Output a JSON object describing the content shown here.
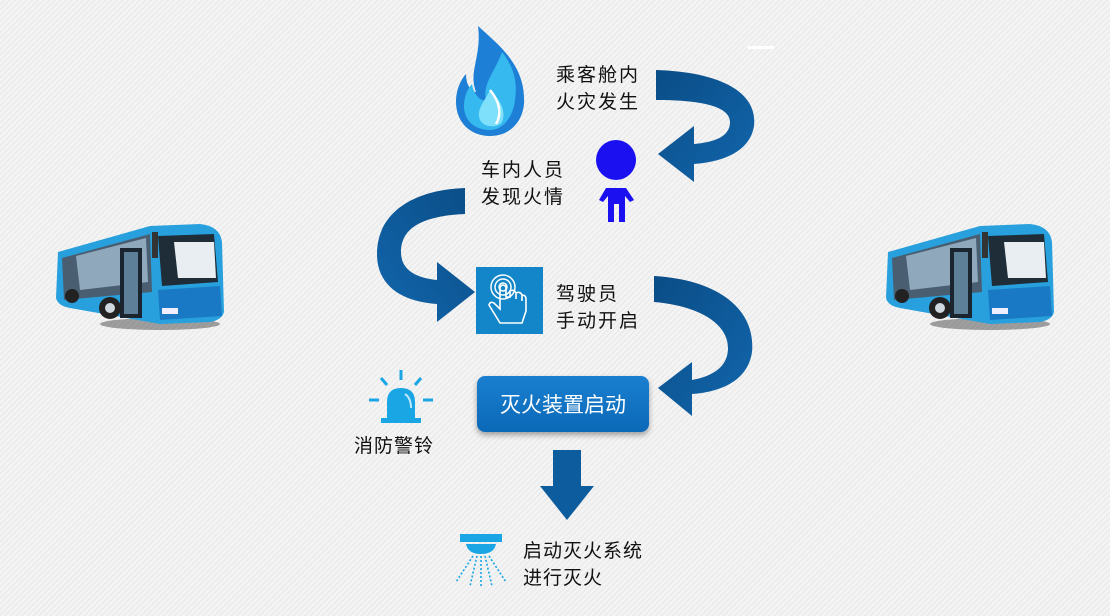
{
  "steps": {
    "fire": {
      "line1": "乘客舱内",
      "line2": "火灾发生"
    },
    "person": {
      "line1": "车内人员",
      "line2": "发现火情"
    },
    "driver": {
      "line1": "驾驶员",
      "line2": "手动开启"
    },
    "device_button": "灭火装置启动",
    "alarm": "消防警铃",
    "system": {
      "line1": "启动灭火系统",
      "line2": "进行灭火"
    }
  },
  "icons": {
    "fire": "fire-icon",
    "person": "person-icon",
    "touch": "touch-hand-icon",
    "alarm": "siren-icon",
    "sprinkler": "sprinkler-icon",
    "bus": "bus-icon"
  },
  "colors": {
    "arrow": "#0d5d9e",
    "button": "#0b69b7",
    "person": "#1a10f0",
    "flame": "#1ea6ea",
    "icon_light": "#1aa6e4"
  }
}
